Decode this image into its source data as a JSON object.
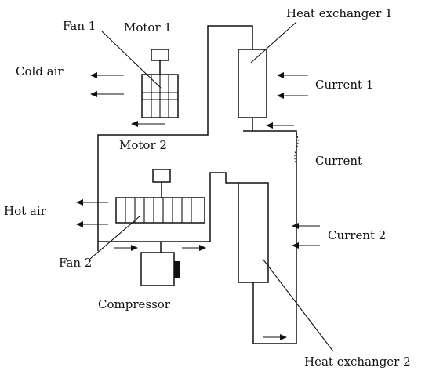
{
  "labels": {
    "fan1": "Fan 1",
    "motor1": "Motor 1",
    "cold_air": "Cold air",
    "heat_exchanger_1": "Heat exchanger 1",
    "current1": "Current 1",
    "motor2": "Motor 2",
    "current": "Current",
    "hot_air": "Hot air",
    "current2": "Current 2",
    "fan2": "Fan 2",
    "compressor": "Compressor",
    "heat_exchanger_2": "Heat exchanger 2"
  }
}
